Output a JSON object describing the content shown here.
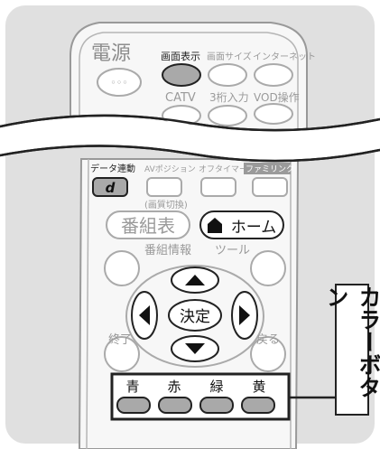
{
  "remote": {
    "power_label": "電源",
    "power_button_text": "◦◦◦",
    "btn_row1": [
      "画面表示",
      "画面サイズ",
      "インターネット"
    ],
    "btn_row2": [
      "CATV",
      "3桁入力",
      "VOD操作"
    ],
    "data_label": "データ連動",
    "data_button_text": "d",
    "btn_row3": [
      "AVポジション",
      "オフタイマー",
      "ファミリンク"
    ],
    "screen_switch_label": "(画質切換)",
    "program_guide_label": "番組表",
    "home_label": "ホーム",
    "program_info_label": "番組情報",
    "tool_label": "ツール",
    "enter_label": "決定",
    "end_label": "終了",
    "back_label": "戻る",
    "color_labels": [
      "青",
      "赤",
      "緑",
      "黄"
    ]
  },
  "callout": {
    "text": "カラーボタン"
  },
  "colors": {
    "remote_gray": "#dedede",
    "highlight_gray": "#a9a9a9",
    "outline": "#222222",
    "light_text": "#9a9a9a"
  }
}
